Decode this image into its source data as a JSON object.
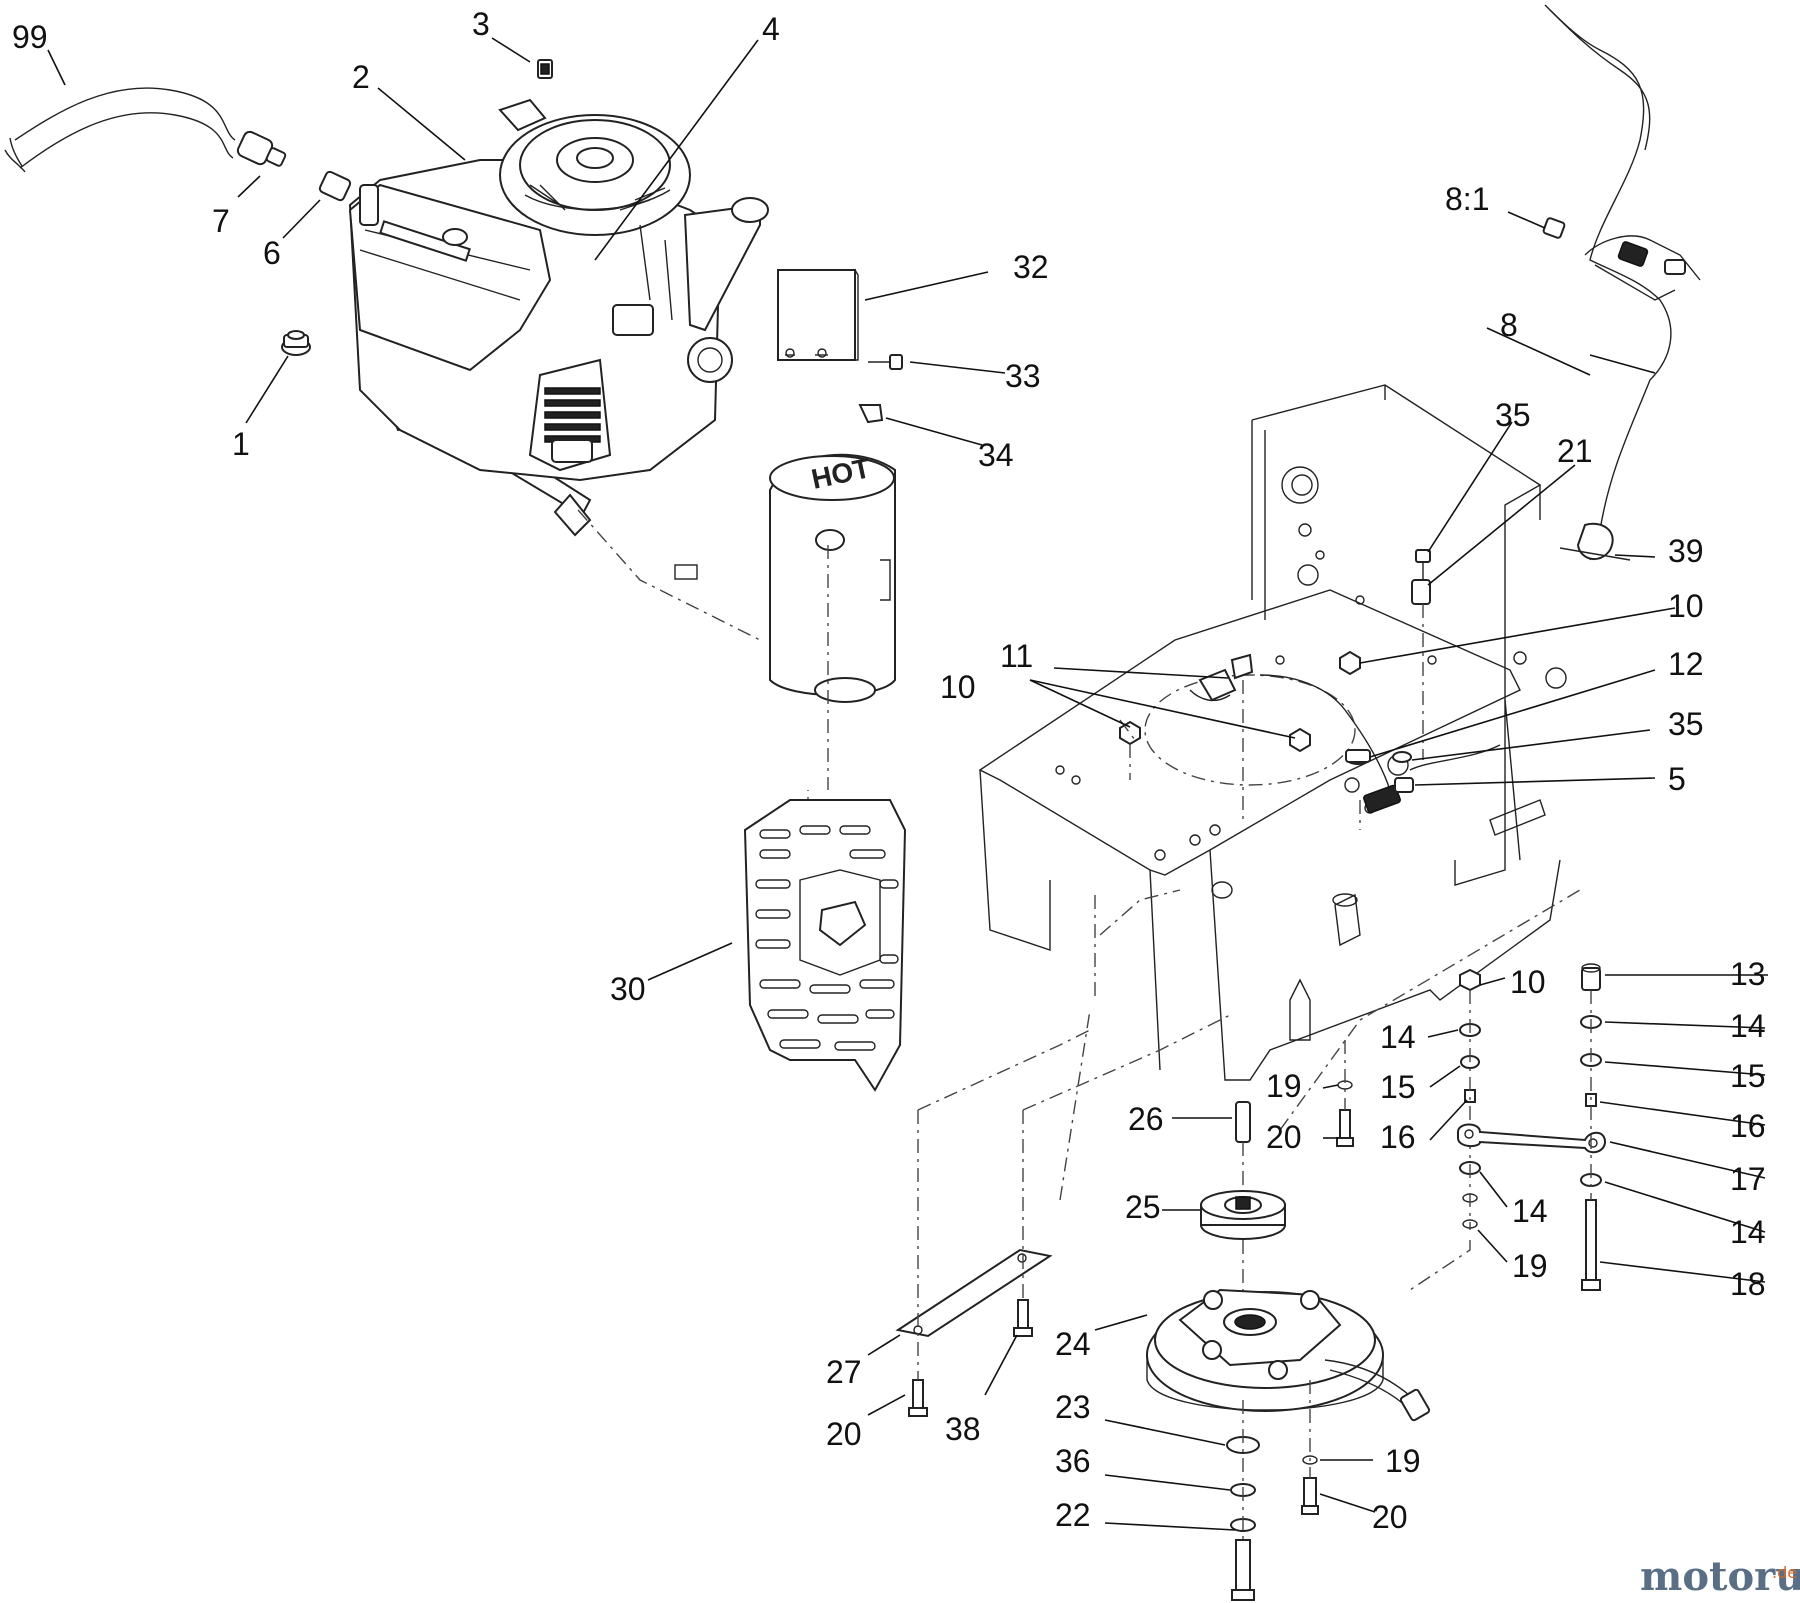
{
  "callouts": {
    "c99": "99",
    "c3": "3",
    "c4": "4",
    "c2": "2",
    "c7": "7",
    "c6": "6",
    "c1": "1",
    "c32": "32",
    "c33": "33",
    "c34": "34",
    "c8_1": "8:1",
    "c8": "8",
    "c35a": "35",
    "c21": "21",
    "c39": "39",
    "c10a": "10",
    "c11": "11",
    "c10b": "10",
    "c12": "12",
    "c35b": "35",
    "c5": "5",
    "c30": "30",
    "c13": "13",
    "c10c": "10",
    "c14a": "14",
    "c14b": "14",
    "c15a": "15",
    "c15b": "15",
    "c19a": "19",
    "c16a": "16",
    "c16b": "16",
    "c26": "26",
    "c20a": "20",
    "c17": "17",
    "c25": "25",
    "c14c": "14",
    "c14d": "14",
    "c19b": "19",
    "c18": "18",
    "c24": "24",
    "c27": "27",
    "c38": "38",
    "c20b": "20",
    "c23": "23",
    "c19c": "19",
    "c36": "36",
    "c20c": "20",
    "c22": "22"
  },
  "watermark": {
    "brand": "motoruf",
    "tld": ".de"
  },
  "colors": {
    "line": "#222222",
    "watermark_brand": "#5a6f86",
    "watermark_tld": "#d06b2a"
  }
}
